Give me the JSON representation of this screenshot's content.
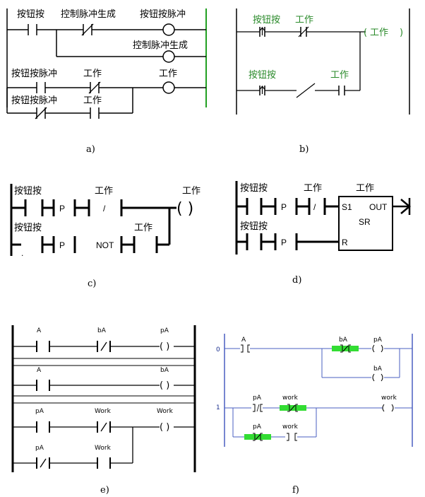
{
  "captions": {
    "a": "a)",
    "b": "b)",
    "c": "c)",
    "d": "d)",
    "e": "e)",
    "f": "f)"
  },
  "panel_a": {
    "row1_c1": "按钮按",
    "row1_c2": "控制脉冲生成",
    "row1_coil": "按钮按脉冲",
    "row2_coil": "控制脉冲生成",
    "row3_c1": "按钮按脉冲",
    "row3_c2": "工作",
    "row3_coil": "工作",
    "row4_c1": "按钮按脉冲",
    "row4_c2": "工作"
  },
  "panel_b": {
    "row1_c1": "按钮按",
    "row1_c2": "工作",
    "coil": "工作",
    "row2_c1": "按钮按",
    "row2_c2": "工作"
  },
  "panel_c": {
    "row1_c1": "按钮按",
    "row1_c2": "工作",
    "coil": "工作",
    "row2_c1": "按钮按",
    "row2_c2": "工作",
    "p1": "P",
    "p2": "P",
    "slash": "/",
    "not": "NOT",
    "dot": ".",
    "coil_sym": "( )"
  },
  "panel_d": {
    "row1_c1": "按钮按",
    "row1_c2": "工作",
    "block_name": "工作",
    "row2_c1": "按钮按",
    "p1": "P",
    "p2": "P",
    "slash": "/",
    "pin_s1": "S1",
    "pin_out": "OUT",
    "pin_sr": "SR",
    "pin_r": "R"
  },
  "panel_e": {
    "r1_c1": "A",
    "r1_c2": "bA",
    "r1_coil": "pA",
    "r2_c1": "A",
    "r2_coil": "bA",
    "r3_c1": "pA",
    "r3_c2": "Work",
    "r3_coil": "Work",
    "r4_c1": "pA",
    "r4_c2": "Work",
    "coil_sym": "( )"
  },
  "panel_f": {
    "rung0": "0",
    "rung1": "1",
    "r0_c1": "A",
    "r0_c2": "bA",
    "r0_coil": "pA",
    "r0b_coil": "bA",
    "r1_c1": "pA",
    "r1_c2": "work",
    "r1_coil": "work",
    "r1b_c1": "pA",
    "r1b_c2": "work",
    "highlight": "#33dd33"
  }
}
